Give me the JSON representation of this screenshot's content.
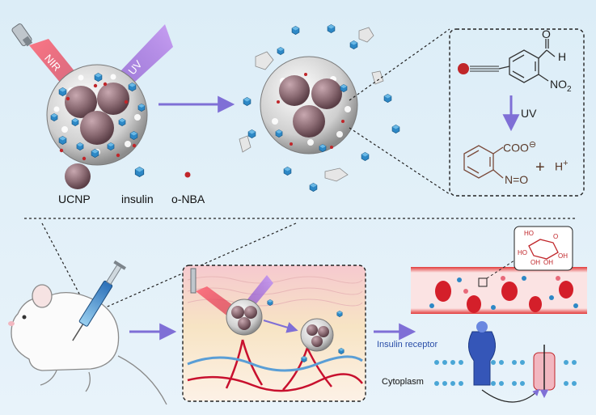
{
  "legend": {
    "ucnp": "UCNP",
    "insulin": "insulin",
    "onba": "o-NBA"
  },
  "beams": {
    "nir": "NIR",
    "uv": "UV"
  },
  "reaction": {
    "aldehyde_o": "O",
    "aldehyde_h": "H",
    "nitro": "NO",
    "nitro_sub": "2",
    "arrow_label": "UV",
    "product_coo": "COO",
    "product_charge": "⊖",
    "product_nitroso": "N=O",
    "plus": "+",
    "proton": "H",
    "proton_charge": "+"
  },
  "bottom": {
    "insulin_receptor": "Insulin receptor",
    "cytoplasm": "Cytoplasm",
    "sugar_labels": [
      "HO",
      "HO",
      "OH",
      "OH",
      "OH",
      "O"
    ]
  },
  "colors": {
    "nir_beam": "#d8283a",
    "uv_beam": "#8b4fc9",
    "arrow": "#7f6fd6",
    "ucnp": "#8a6a72",
    "insulin": "#2d88c6",
    "onba": "#c0262a",
    "vessel": "#e23b3b",
    "membrane": "#4aa6d6"
  }
}
